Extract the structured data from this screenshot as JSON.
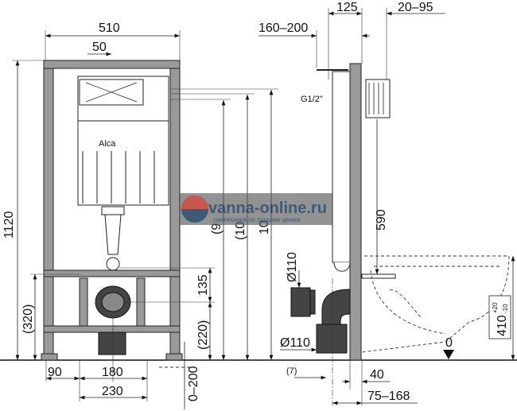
{
  "front_view": {
    "width_total": "510",
    "height_total": "1120",
    "offset_top": "50",
    "support_height": "(320)",
    "drain_spacing": "135",
    "drain_height": "(220)",
    "dim_a_partial": "(9",
    "dim_b_partial": "(10",
    "dim_c_partial": "10",
    "foot_width": "90",
    "bolt_spacing": "180",
    "frame_inner": "230",
    "floor_adjust": "0–200",
    "brand_logo": "Alca"
  },
  "side_view": {
    "depth_frame": "125",
    "depth_adjust": "20–95",
    "supply_depth": "160–200",
    "thread": "G1/2\"",
    "flush_height": "590",
    "pipe_diameter_vertical": "Ø110",
    "pipe_diameter_horizontal": "Ø110",
    "pipe_offset": "(7)",
    "wall_offset": "40",
    "pipe_distance": "75–168",
    "seat_height": "410",
    "seat_tolerance_upper": "+20",
    "seat_tolerance_lower": "-10",
    "floor_level": "0"
  },
  "watermark": {
    "text": "vanna-online.ru",
    "tagline": "сантехника по лучшим ценам"
  },
  "colors": {
    "frame": "#9a9a9a",
    "parts_dark": "#444444",
    "watermark_band": "#555555",
    "watermark_accent": "#c0392b"
  }
}
